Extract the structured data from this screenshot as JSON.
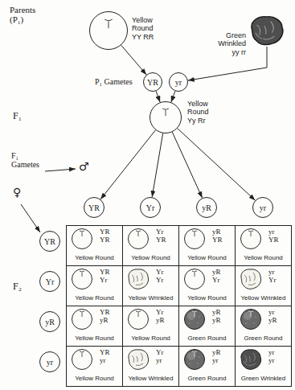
{
  "diagram": {
    "nodes": [
      {
        "text": [
          "Yellow Round",
          "YY RR"
        ]
      },
      {
        "text": [
          "Green Wrinkled",
          "yy rr"
        ]
      },
      {
        "text": [
          "YR"
        ]
      },
      {
        "text": [
          "yr"
        ]
      },
      {
        "text": [
          "Yellow Round",
          "Yy Rr"
        ]
      },
      {
        "text": [
          "YR"
        ]
      },
      {
        "text": [
          "Yr"
        ]
      },
      {
        "text": [
          "yR"
        ]
      },
      {
        "text": [
          "yr"
        ]
      },
      {
        "text": [
          "YR"
        ]
      },
      {
        "text": [
          "Yr"
        ]
      },
      {
        "text": [
          "yR"
        ]
      },
      {
        "text": [
          "yr"
        ]
      },
      {
        "text": [
          "YR YR",
          "Yellow Round"
        ]
      },
      {
        "text": [
          "Yr YR",
          "Yellow Round"
        ]
      },
      {
        "text": [
          "yR YR",
          "Yellow Round"
        ]
      },
      {
        "text": [
          "yr YR",
          "Yellow Round"
        ]
      },
      {
        "text": [
          "YR Yr",
          "Yellow Round"
        ]
      },
      {
        "text": [
          "Yr Yr",
          "Yellow Wrinkled"
        ]
      },
      {
        "text": [
          "yR Yr",
          "Yellow Round"
        ]
      },
      {
        "text": [
          "yr Yr",
          "Yellow Wrinkled"
        ]
      },
      {
        "text": [
          "YR yR",
          "Yellow Round"
        ]
      },
      {
        "text": [
          "Yr yR",
          "Yellow Round"
        ]
      },
      {
        "text": [
          "yR yR",
          "Green Round"
        ]
      },
      {
        "text": [
          "yr yR",
          "Green Round"
        ]
      },
      {
        "text": [
          "YR yr",
          "Yellow Round"
        ]
      },
      {
        "text": [
          "Yr yr",
          "Yellow Wrinkled"
        ]
      },
      {
        "text": [
          "yR yr",
          "Green Round"
        ]
      },
      {
        "text": [
          "yr yr",
          "Green Wrinkled"
        ]
      }
    ],
    "edges": [
      {
        "from": 0,
        "to": 2,
        "arrow": "to"
      },
      {
        "from": 1,
        "to": 3,
        "arrow": "to"
      },
      {
        "from": 2,
        "to": 4,
        "arrow": "to"
      },
      {
        "from": 3,
        "to": 4,
        "arrow": "to"
      },
      {
        "from": 4,
        "to": 5,
        "arrow": "to"
      },
      {
        "from": 4,
        "to": 6,
        "arrow": "to"
      },
      {
        "from": 4,
        "to": 7,
        "arrow": "to"
      },
      {
        "from": 4,
        "to": 8,
        "arrow": "to"
      }
    ],
    "labels": [
      "Parents (P₁)",
      "P₁ Gametes",
      "F₁",
      "F₁ Gametes",
      "♂",
      "♀",
      "F₂"
    ]
  }
}
